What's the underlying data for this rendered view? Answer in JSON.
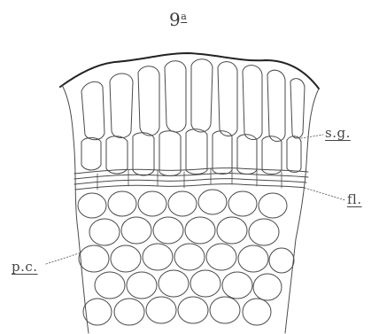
{
  "figure": {
    "number": "9",
    "superscript": "a"
  },
  "labels": {
    "sg": "s.g.",
    "fl": "fl.",
    "pc": "p.c."
  },
  "colors": {
    "ink": "#444444",
    "background": "#ffffff"
  }
}
